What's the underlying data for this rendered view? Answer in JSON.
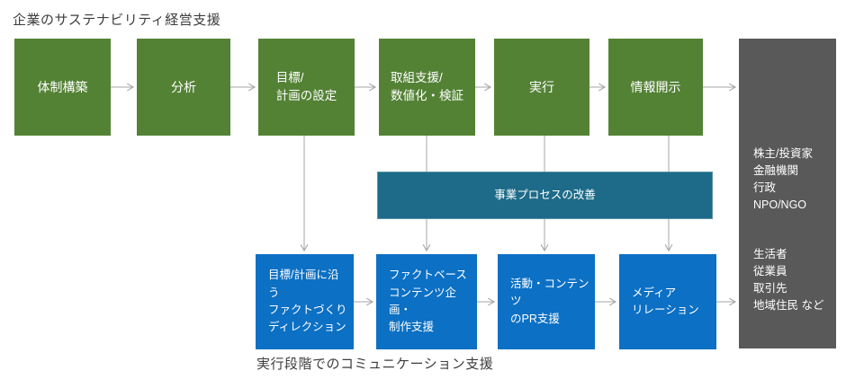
{
  "title": "企業のサステナビリティ経営支援",
  "footer": "実行段階でのコミュニケーション支援",
  "colors": {
    "step_green": "#538235",
    "support_blue": "#0C70C4",
    "process_teal": "#1D6B88",
    "stakeholder_gray": "#595959",
    "arrow_gray": "#A6A6A6",
    "text_dark": "#3D3D3D",
    "box_text": "#FFFFFF"
  },
  "top_flow": {
    "steps": [
      {
        "label": "体制構築"
      },
      {
        "label": "分析"
      },
      {
        "label": "目標/\n計画の設定"
      },
      {
        "label": "取組支援/\n数値化・検証"
      },
      {
        "label": "実行"
      },
      {
        "label": "情報開示"
      }
    ]
  },
  "process_improvement": {
    "label": "事業プロセスの改善"
  },
  "bottom_flow": {
    "steps": [
      {
        "label": "目標/計画に沿う\nファクトづくり\nディレクション"
      },
      {
        "label": "ファクトベース\nコンテンツ企画・\n制作支援"
      },
      {
        "label": "活動・コンテンツ\nのPR支援"
      },
      {
        "label": "メディア\nリレーション"
      }
    ]
  },
  "stakeholders": {
    "groups": [
      "株主/投資家\n金融機関\n行政\nNPO/NGO",
      "生活者\n従業員\n取引先\n地域住民 など"
    ]
  }
}
